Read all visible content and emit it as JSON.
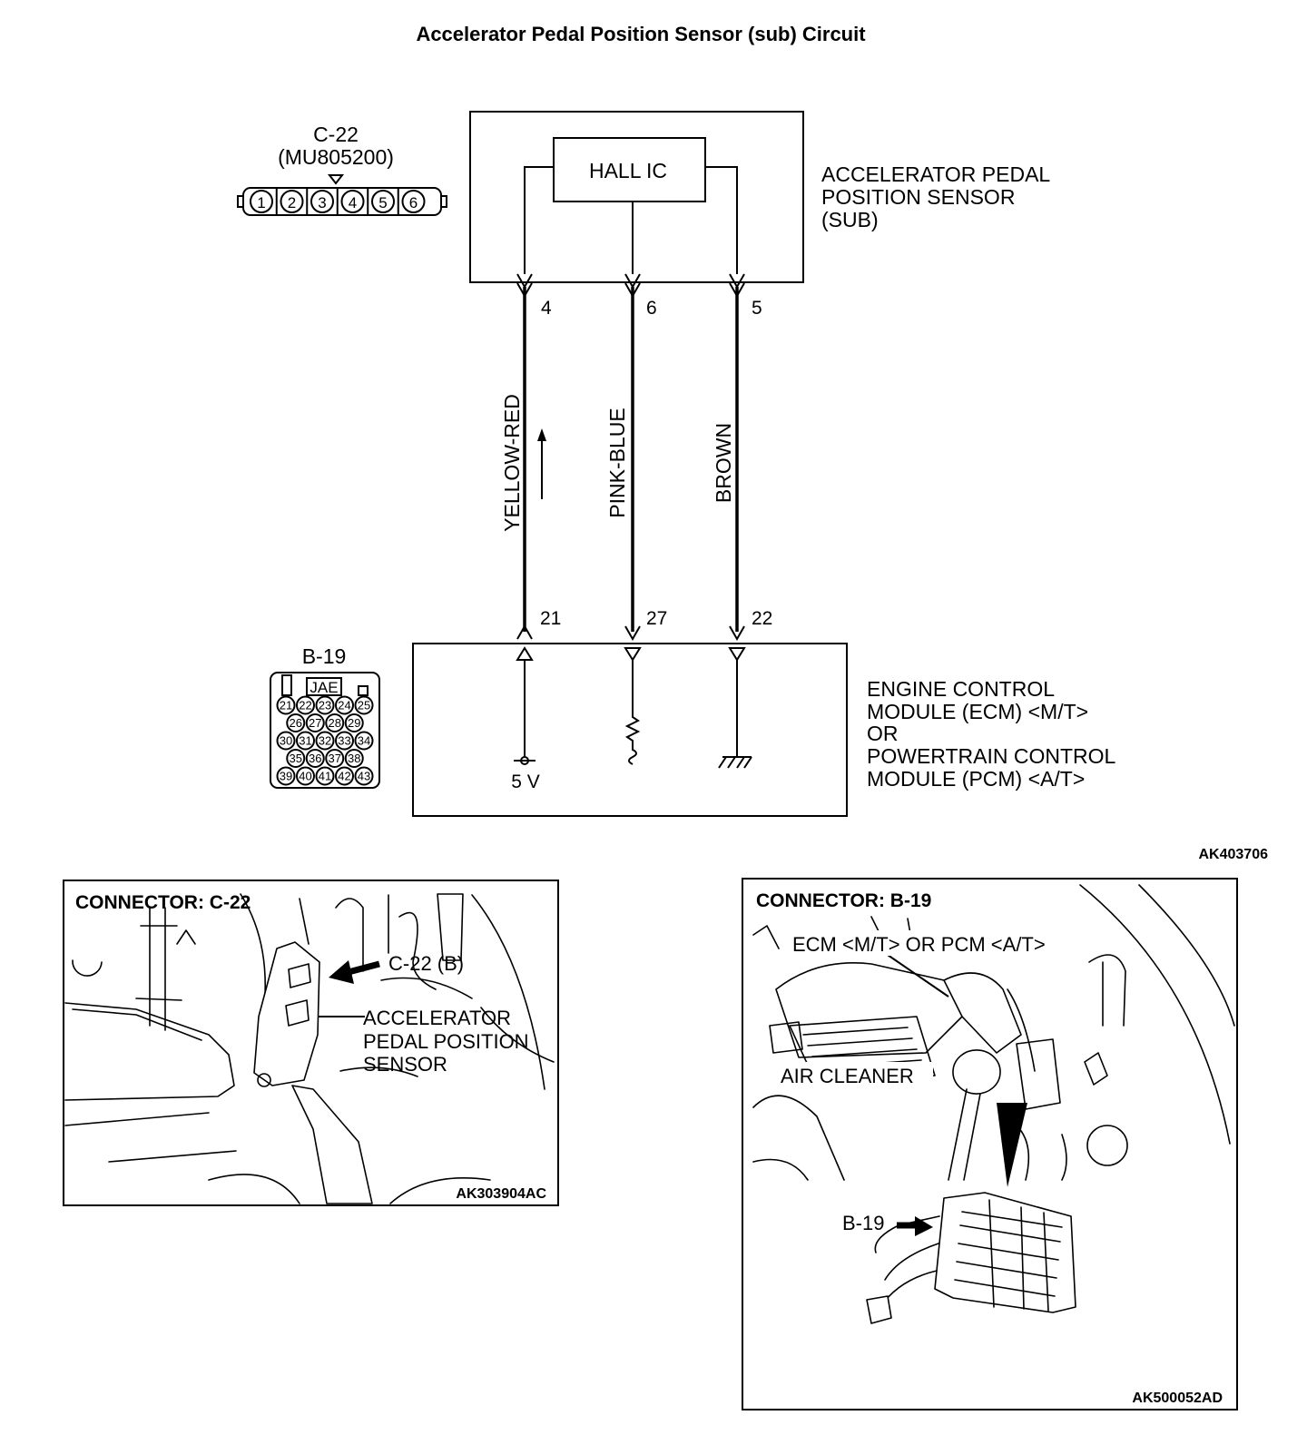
{
  "title": "Accelerator Pedal Position Sensor (sub) Circuit",
  "connector_c22": {
    "id": "C-22",
    "part": "(MU805200)",
    "pins": [
      "1",
      "2",
      "3",
      "4",
      "5",
      "6"
    ]
  },
  "sensor": {
    "component": "HALL IC",
    "label": [
      "ACCELERATOR PEDAL",
      "POSITION SENSOR",
      "(SUB)"
    ]
  },
  "wires": [
    {
      "color": "YELLOW-RED",
      "sensor_pin": "4",
      "ecm_pin": "21"
    },
    {
      "color": "PINK-BLUE",
      "sensor_pin": "6",
      "ecm_pin": "27"
    },
    {
      "color": "BROWN",
      "sensor_pin": "5",
      "ecm_pin": "22"
    }
  ],
  "ecm": {
    "label": [
      "ENGINE CONTROL",
      "MODULE (ECM) <M/T>",
      "OR",
      "POWERTRAIN CONTROL",
      "MODULE (PCM) <A/T>"
    ],
    "voltage": "5 V"
  },
  "connector_b19": {
    "id": "B-19",
    "brand": "JAE",
    "rows": [
      [
        "21",
        "22",
        "23",
        "24",
        "25"
      ],
      [
        "26",
        "27",
        "28",
        "29"
      ],
      [
        "30",
        "31",
        "32",
        "33",
        "34"
      ],
      [
        "35",
        "36",
        "37",
        "38"
      ],
      [
        "39",
        "40",
        "41",
        "42",
        "43"
      ]
    ]
  },
  "diagram_code": "AK403706",
  "photo_c22": {
    "header": "CONNECTOR: C-22",
    "callout": "C-22 (B)",
    "part_label": [
      "ACCELERATOR",
      "PEDAL POSITION",
      "SENSOR"
    ],
    "code": "AK303904AC"
  },
  "photo_b19": {
    "header": "CONNECTOR: B-19",
    "callout_ecm": "ECM <M/T> OR PCM <A/T>",
    "callout_air": "AIR CLEANER",
    "callout_conn": "B-19",
    "code": "AK500052AD"
  }
}
